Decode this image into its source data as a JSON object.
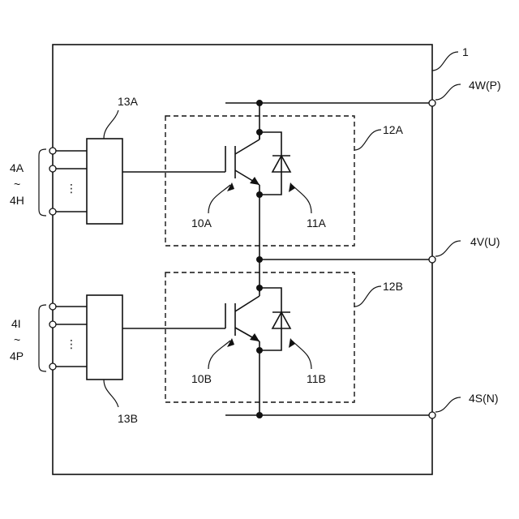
{
  "labels": {
    "module": "1",
    "terminal_p": "4W(P)",
    "terminal_u": "4V(U)",
    "terminal_n": "4S(N)",
    "upper_group_top": "4A",
    "upper_group_tilde": "~",
    "upper_group_bottom": "4H",
    "lower_group_top": "4I",
    "lower_group_tilde": "~",
    "lower_group_bottom": "4P",
    "upper_driver": "13A",
    "lower_driver": "13B",
    "upper_switch_unit": "12A",
    "lower_switch_unit": "12B",
    "upper_transistor": "10A",
    "upper_diode": "11A",
    "lower_transistor": "10B",
    "lower_diode": "11B",
    "vertical_dots": "⋮"
  }
}
